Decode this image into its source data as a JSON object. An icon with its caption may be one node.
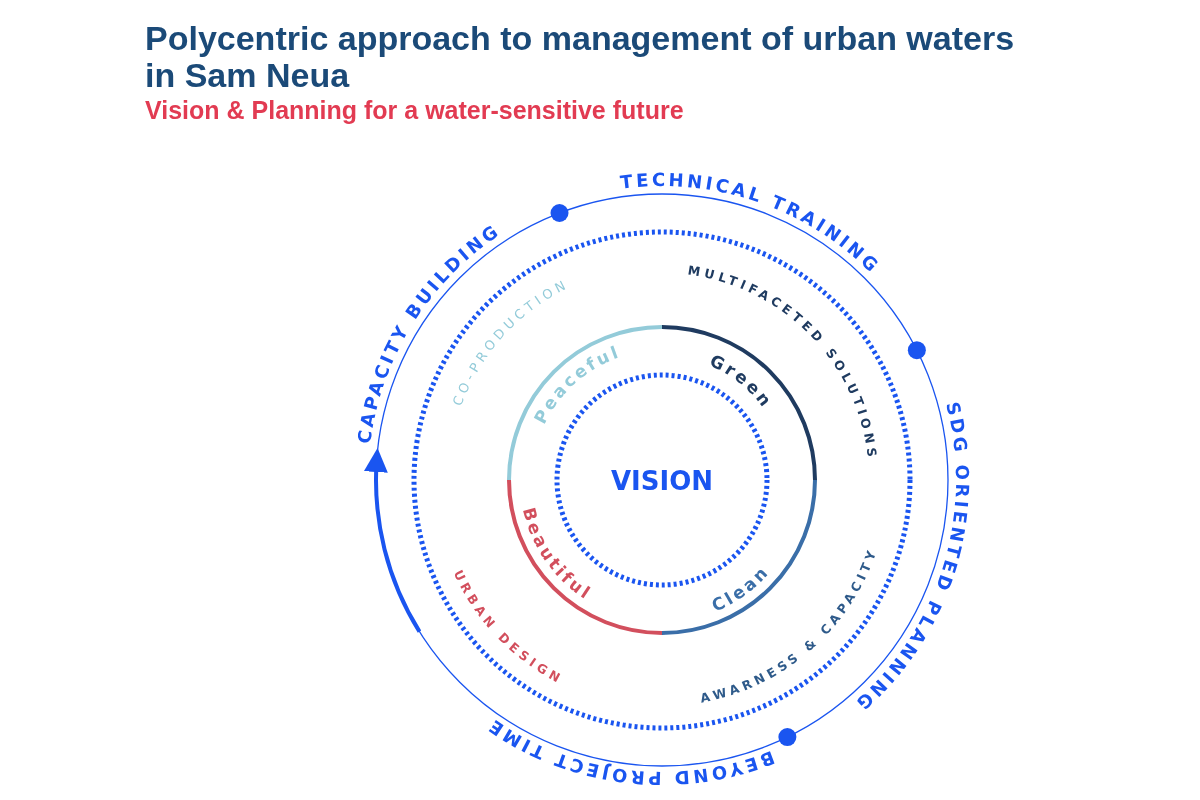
{
  "diagram": {
    "title": "Polycentric approach to management of urban waters in Sam Neua",
    "nodes": [
      {
        "text": [
          "VISION"
        ]
      }
    ],
    "labels": [
      "Vision & Planning for a water-sensitive future",
      "TECHNICAL TRAINING",
      "CAPACITY BUILDING",
      "MULTIFACETED SOLUTIONS",
      "CO-PRODUCTION",
      "SDG ORIENTED PLANNING",
      "Green",
      "Peaceful",
      "Beautiful",
      "Clean",
      "AWARNESS & CAPACITY",
      "URBAN DESIGN",
      "BEYOND PROJECT TIME"
    ]
  }
}
